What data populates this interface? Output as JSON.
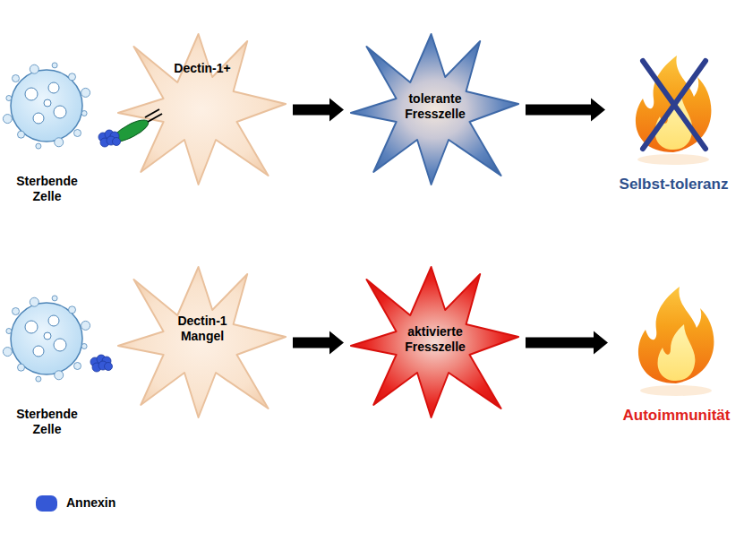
{
  "diagram": {
    "nodes": [
      {
        "text": [
          "Sterbende Zelle"
        ]
      },
      {
        "text": [
          "Dectin-1+"
        ]
      },
      {
        "text": [
          "tolerante Fresszelle"
        ]
      },
      {
        "text": [
          "Selbst-toleranz"
        ]
      },
      {
        "text": [
          "Sterbende Zelle"
        ]
      },
      {
        "text": [
          "Dectin-1 Mangel"
        ]
      },
      {
        "text": [
          "aktivierte Fresszelle"
        ]
      },
      {
        "text": [
          "Autoimmunität"
        ]
      }
    ],
    "edges": [
      {
        "from": 1,
        "to": 2,
        "arrow": "to"
      },
      {
        "from": 2,
        "to": 3,
        "arrow": "to"
      },
      {
        "from": 5,
        "to": 6,
        "arrow": "to"
      },
      {
        "from": 6,
        "to": 7,
        "arrow": "to"
      }
    ],
    "legend": [
      {
        "text": "Annexin",
        "color": "#3558d6"
      }
    ]
  }
}
